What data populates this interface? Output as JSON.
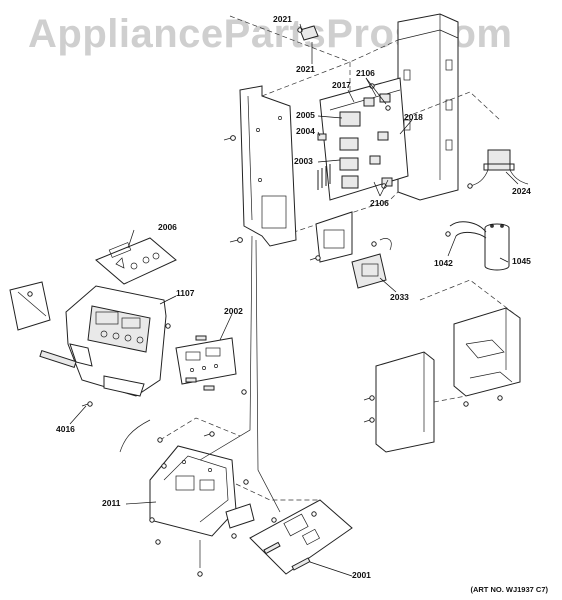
{
  "watermark": "AppliancePartsPros.com",
  "art_number": "(ART NO. WJ1937 C7)",
  "callouts": [
    {
      "id": "c2021a",
      "label": "2021"
    },
    {
      "id": "c2021b",
      "label": "2021"
    },
    {
      "id": "c2017",
      "label": "2017"
    },
    {
      "id": "c2106a",
      "label": "2106"
    },
    {
      "id": "c2005",
      "label": "2005"
    },
    {
      "id": "c2004",
      "label": "2004"
    },
    {
      "id": "c2018",
      "label": "2018"
    },
    {
      "id": "c2003",
      "label": "2003"
    },
    {
      "id": "c2106b",
      "label": "2106"
    },
    {
      "id": "c2024",
      "label": "2024"
    },
    {
      "id": "c2006",
      "label": "2006"
    },
    {
      "id": "c1042",
      "label": "1042"
    },
    {
      "id": "c1045",
      "label": "1045"
    },
    {
      "id": "c2033",
      "label": "2033"
    },
    {
      "id": "c1107",
      "label": "1107"
    },
    {
      "id": "c2002",
      "label": "2002"
    },
    {
      "id": "c4016",
      "label": "4016"
    },
    {
      "id": "c2011",
      "label": "2011"
    },
    {
      "id": "c2001",
      "label": "2001"
    }
  ]
}
